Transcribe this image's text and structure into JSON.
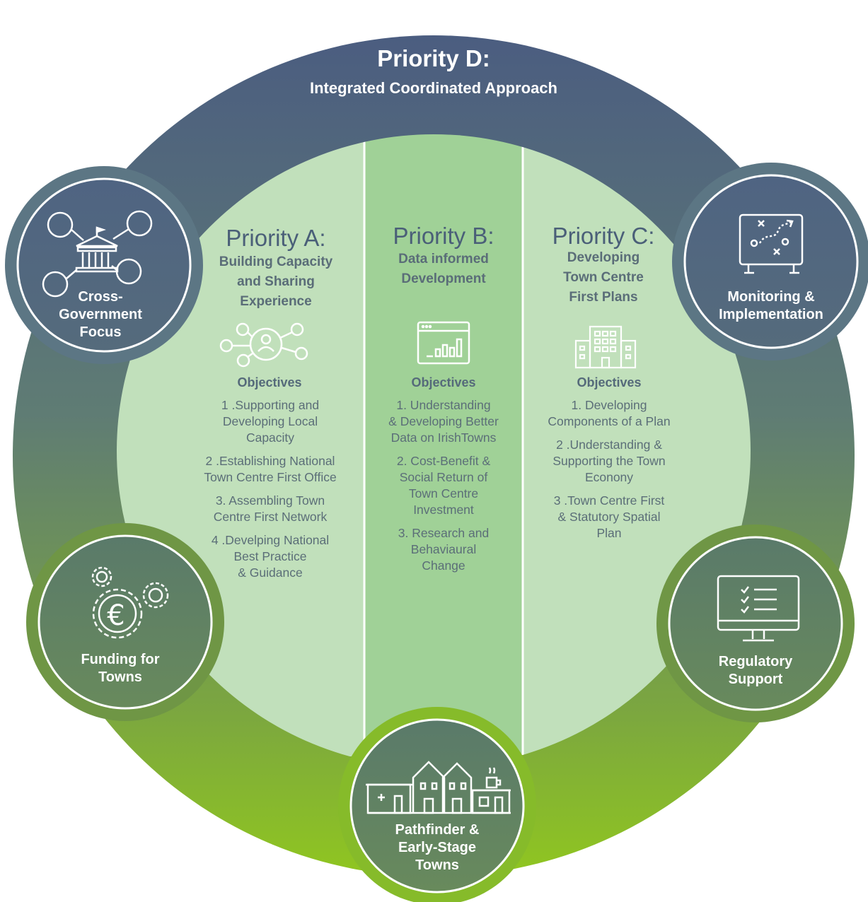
{
  "priority_d": {
    "title": "Priority D:",
    "subtitle": "Integrated Coordinated Approach"
  },
  "priorities": [
    {
      "title": "Priority A:",
      "subtitle": [
        "Building Capacity",
        "and Sharing",
        "Experience"
      ],
      "icon": "network-person-icon",
      "objectives_heading": "Objectives",
      "objectives": [
        [
          "1 .Supporting and",
          "Developing Local",
          "Capacity"
        ],
        [
          "2 .Establishing National",
          "Town Centre First Office"
        ],
        [
          "3. Assembling Town",
          "Centre First Network"
        ],
        [
          "4 .Develping National",
          "Best Practice",
          "& Guidance"
        ]
      ]
    },
    {
      "title": "Priority B:",
      "subtitle": [
        "Data informed",
        "Development"
      ],
      "icon": "bar-chart-window-icon",
      "objectives_heading": "Objectives",
      "objectives": [
        [
          "1. Understanding",
          "& Developing Better",
          "Data on IrishTowns"
        ],
        [
          "2. Cost-Benefit &",
          "Social Return of",
          "Town Centre",
          "Investment"
        ],
        [
          "3. Research and",
          "Behaviaural",
          "Change"
        ]
      ]
    },
    {
      "title": "Priority C:",
      "subtitle": [
        "Developing",
        "Town Centre",
        "First Plans"
      ],
      "icon": "office-building-icon",
      "objectives_heading": "Objectives",
      "objectives": [
        [
          "1. Developing",
          "Components of a Plan"
        ],
        [
          "2 .Understanding &",
          "Supporting the Town",
          "Econony"
        ],
        [
          "3 .Town Centre First",
          "& Statutory Spatial",
          "Plan"
        ]
      ]
    }
  ],
  "satellites": [
    {
      "label": [
        "Cross-",
        "Government",
        "Focus"
      ],
      "icon": "government-network-icon"
    },
    {
      "label": [
        "Monitoring &",
        "Implementation"
      ],
      "icon": "strategy-board-icon"
    },
    {
      "label": [
        "Funding for",
        "Towns"
      ],
      "icon": "euro-gears-icon"
    },
    {
      "label": [
        "Regulatory",
        "Support"
      ],
      "icon": "checklist-monitor-icon"
    },
    {
      "label": [
        "Pathfinder &",
        "Early-Stage",
        "Towns"
      ],
      "icon": "town-buildings-icon"
    }
  ],
  "colors": {
    "ring_top": "#4d6080",
    "ring_bottom": "#8cc42a",
    "panel_light": "#c1e0bb",
    "panel_mid": "#a0d197",
    "satellite_fill": "#4e6480",
    "text_dark": "#4a5f78"
  }
}
